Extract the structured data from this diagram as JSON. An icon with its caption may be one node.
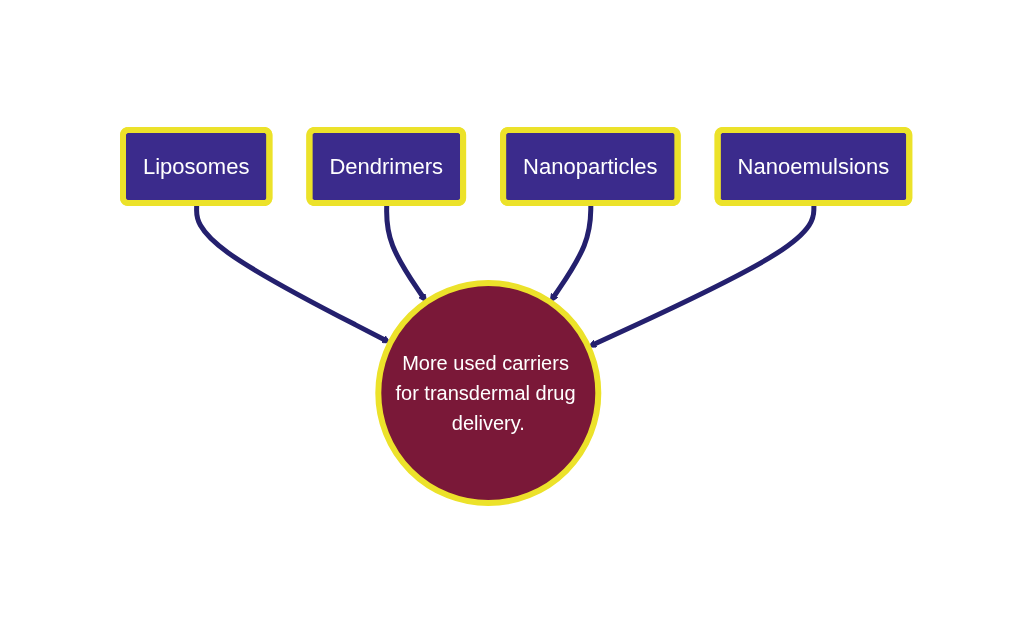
{
  "diagram": {
    "nodes": [
      {
        "text": [
          "Liposomes"
        ]
      },
      {
        "text": [
          "Dendrimers"
        ]
      },
      {
        "text": [
          "Nanoparticles"
        ]
      },
      {
        "text": [
          "More used carriers for transdermal drug delivery."
        ]
      },
      {
        "text": [
          "Nanoemulsions"
        ]
      }
    ],
    "edges": [
      {
        "from": 0,
        "to": 3,
        "arrow": "to"
      },
      {
        "from": 1,
        "to": 3,
        "arrow": "to"
      },
      {
        "from": 2,
        "to": 3,
        "arrow": "to"
      },
      {
        "from": 4,
        "to": 3,
        "arrow": "to"
      }
    ]
  }
}
